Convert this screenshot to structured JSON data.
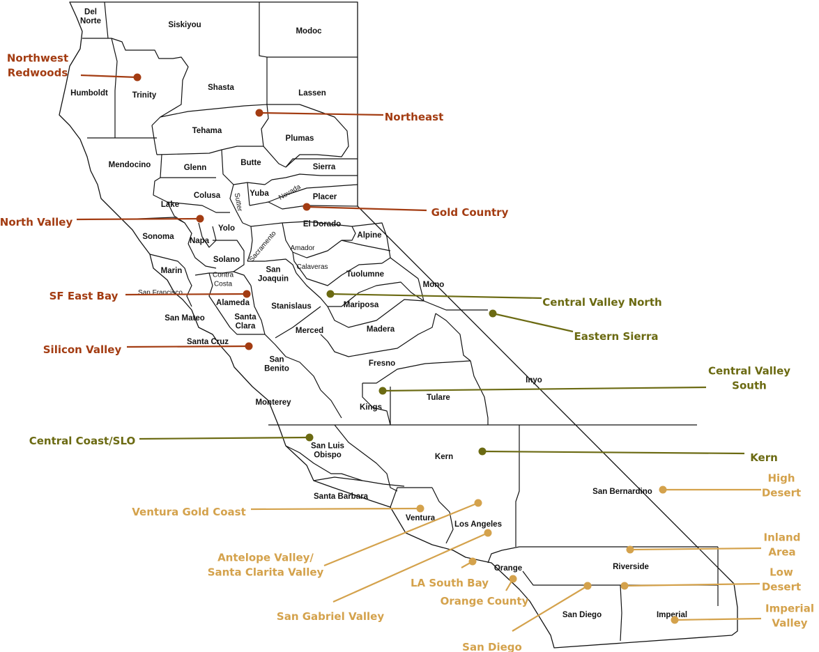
{
  "map": {
    "colors": {
      "north": "#a33c12",
      "central": "#6b6a12",
      "south": "#d4a24c"
    },
    "counties": [
      {
        "id": "del-norte",
        "lines": [
          "Del",
          "Norte"
        ]
      },
      {
        "id": "siskiyou",
        "lines": [
          "Siskiyou"
        ]
      },
      {
        "id": "modoc",
        "lines": [
          "Modoc"
        ]
      },
      {
        "id": "humboldt",
        "lines": [
          "Humboldt"
        ]
      },
      {
        "id": "trinity",
        "lines": [
          "Trinity"
        ]
      },
      {
        "id": "shasta",
        "lines": [
          "Shasta"
        ]
      },
      {
        "id": "lassen",
        "lines": [
          "Lassen"
        ]
      },
      {
        "id": "tehama",
        "lines": [
          "Tehama"
        ]
      },
      {
        "id": "plumas",
        "lines": [
          "Plumas"
        ]
      },
      {
        "id": "mendocino",
        "lines": [
          "Mendocino"
        ]
      },
      {
        "id": "glenn",
        "lines": [
          "Glenn"
        ]
      },
      {
        "id": "butte",
        "lines": [
          "Butte"
        ]
      },
      {
        "id": "sierra",
        "lines": [
          "Sierra"
        ]
      },
      {
        "id": "colusa",
        "lines": [
          "Colusa"
        ]
      },
      {
        "id": "yuba",
        "lines": [
          "Yuba"
        ]
      },
      {
        "id": "nevada",
        "lines": [
          "Nevada"
        ]
      },
      {
        "id": "sutter",
        "lines": [
          "Sutter"
        ]
      },
      {
        "id": "placer",
        "lines": [
          "Placer"
        ]
      },
      {
        "id": "lake",
        "lines": [
          "Lake"
        ]
      },
      {
        "id": "yolo",
        "lines": [
          "Yolo"
        ]
      },
      {
        "id": "el-dorado",
        "lines": [
          "El Dorado"
        ]
      },
      {
        "id": "sonoma",
        "lines": [
          "Sonoma"
        ]
      },
      {
        "id": "napa",
        "lines": [
          "Napa"
        ]
      },
      {
        "id": "sacramento",
        "lines": [
          "Sacramento"
        ]
      },
      {
        "id": "alpine",
        "lines": [
          "Alpine"
        ]
      },
      {
        "id": "amador",
        "lines": [
          "Amador"
        ]
      },
      {
        "id": "solano",
        "lines": [
          "Solano"
        ]
      },
      {
        "id": "marin",
        "lines": [
          "Marin"
        ]
      },
      {
        "id": "san-joaquin",
        "lines": [
          "San",
          "Joaquin"
        ]
      },
      {
        "id": "calaveras",
        "lines": [
          "Calaveras"
        ]
      },
      {
        "id": "tuolumne",
        "lines": [
          "Tuolumne"
        ]
      },
      {
        "id": "mono",
        "lines": [
          "Mono"
        ]
      },
      {
        "id": "contra-costa",
        "lines": [
          "Contra",
          "Costa"
        ]
      },
      {
        "id": "san-francisco",
        "lines": [
          "San Francisco"
        ]
      },
      {
        "id": "alameda",
        "lines": [
          "Alameda"
        ]
      },
      {
        "id": "stanislaus",
        "lines": [
          "Stanislaus"
        ]
      },
      {
        "id": "mariposa",
        "lines": [
          "Mariposa"
        ]
      },
      {
        "id": "san-mateo",
        "lines": [
          "San Mateo"
        ]
      },
      {
        "id": "santa-clara",
        "lines": [
          "Santa",
          "Clara"
        ]
      },
      {
        "id": "merced",
        "lines": [
          "Merced"
        ]
      },
      {
        "id": "madera",
        "lines": [
          "Madera"
        ]
      },
      {
        "id": "santa-cruz",
        "lines": [
          "Santa Cruz"
        ]
      },
      {
        "id": "san-benito",
        "lines": [
          "San",
          "Benito"
        ]
      },
      {
        "id": "fresno",
        "lines": [
          "Fresno"
        ]
      },
      {
        "id": "inyo",
        "lines": [
          "Inyo"
        ]
      },
      {
        "id": "monterey",
        "lines": [
          "Monterey"
        ]
      },
      {
        "id": "kings",
        "lines": [
          "Kings"
        ]
      },
      {
        "id": "tulare",
        "lines": [
          "Tulare"
        ]
      },
      {
        "id": "san-luis-obispo",
        "lines": [
          "San Luis",
          "Obispo"
        ]
      },
      {
        "id": "kern",
        "lines": [
          "Kern"
        ]
      },
      {
        "id": "san-bernardino",
        "lines": [
          "San Bernardino"
        ]
      },
      {
        "id": "santa-barbara",
        "lines": [
          "Santa Barbara"
        ]
      },
      {
        "id": "ventura",
        "lines": [
          "Ventura"
        ]
      },
      {
        "id": "los-angeles",
        "lines": [
          "Los Angeles"
        ]
      },
      {
        "id": "orange",
        "lines": [
          "Orange"
        ]
      },
      {
        "id": "riverside",
        "lines": [
          "Riverside"
        ]
      },
      {
        "id": "san-diego",
        "lines": [
          "San Diego"
        ]
      },
      {
        "id": "imperial",
        "lines": [
          "Imperial"
        ]
      }
    ],
    "regions": [
      {
        "id": "northwest-redwoods",
        "lines": [
          "Northwest",
          "Redwoods"
        ],
        "group": "north"
      },
      {
        "id": "northeast",
        "lines": [
          "Northeast"
        ],
        "group": "north"
      },
      {
        "id": "gold-country",
        "lines": [
          "Gold Country"
        ],
        "group": "north"
      },
      {
        "id": "north-valley",
        "lines": [
          "North Valley"
        ],
        "group": "north"
      },
      {
        "id": "sf-east-bay",
        "lines": [
          "SF East Bay"
        ],
        "group": "north"
      },
      {
        "id": "silicon-valley",
        "lines": [
          "Silicon Valley"
        ],
        "group": "north"
      },
      {
        "id": "central-valley-north",
        "lines": [
          "Central Valley North"
        ],
        "group": "central"
      },
      {
        "id": "eastern-sierra",
        "lines": [
          "Eastern Sierra"
        ],
        "group": "central"
      },
      {
        "id": "central-valley-south",
        "lines": [
          "Central Valley",
          "South"
        ],
        "group": "central"
      },
      {
        "id": "central-coast-slo",
        "lines": [
          "Central Coast/SLO"
        ],
        "group": "central"
      },
      {
        "id": "kern-region",
        "lines": [
          "Kern"
        ],
        "group": "central"
      },
      {
        "id": "high-desert",
        "lines": [
          "High",
          "Desert"
        ],
        "group": "south"
      },
      {
        "id": "ventura-gold-coast",
        "lines": [
          "Ventura Gold Coast"
        ],
        "group": "south"
      },
      {
        "id": "antelope-valley",
        "lines": [
          "Antelope Valley/",
          "Santa Clarita Valley"
        ],
        "group": "south"
      },
      {
        "id": "inland-area",
        "lines": [
          "Inland",
          "Area"
        ],
        "group": "south"
      },
      {
        "id": "la-south-bay",
        "lines": [
          "LA South Bay"
        ],
        "group": "south"
      },
      {
        "id": "low-desert",
        "lines": [
          "Low",
          "Desert"
        ],
        "group": "south"
      },
      {
        "id": "orange-county",
        "lines": [
          "Orange County"
        ],
        "group": "south"
      },
      {
        "id": "san-gabriel-valley",
        "lines": [
          "San Gabriel Valley"
        ],
        "group": "south"
      },
      {
        "id": "imperial-valley",
        "lines": [
          "Imperial",
          "Valley"
        ],
        "group": "south"
      },
      {
        "id": "san-diego-region",
        "lines": [
          "San Diego"
        ],
        "group": "south"
      }
    ]
  }
}
